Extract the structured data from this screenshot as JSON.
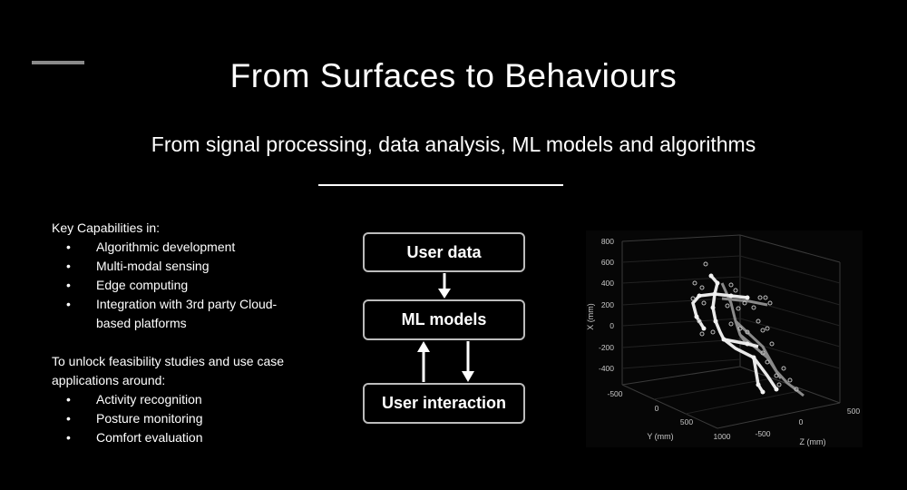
{
  "slide": {
    "title": "From Surfaces to Behaviours",
    "subtitle": "From signal processing, data analysis, ML models and algorithms"
  },
  "capabilities": {
    "heading": "Key Capabilities in:",
    "items": [
      {
        "line1": "Algorithmic development"
      },
      {
        "line1": "Multi-modal sensing"
      },
      {
        "line1": "Edge computing"
      },
      {
        "line1": "Integration with 3rd party Cloud-",
        "line2": "based platforms"
      }
    ],
    "intro_line1": "To unlock feasibility studies and use case",
    "intro_line2": "applications around:",
    "applications": [
      "Activity recognition",
      "Posture monitoring",
      "Comfort evaluation"
    ],
    "bullet": "•"
  },
  "flow": {
    "user_data": "User data",
    "ml_models": "ML models",
    "user_interaction": "User interaction"
  },
  "plot": {
    "x_ticks": [
      "800",
      "600",
      "400",
      "200",
      "0",
      "-200",
      "-400"
    ],
    "x_label": "X (mm)",
    "y_ticks": [
      "-500",
      "0",
      "500",
      "1000"
    ],
    "y_label": "Y (mm)",
    "z_ticks": [
      "-500",
      "0",
      "500"
    ],
    "z_label": "Z (mm)"
  },
  "colors": {
    "background": "#000000",
    "text": "#ffffff",
    "accent_bar": "#8a8a8a",
    "box_border": "#bcbcbc"
  }
}
